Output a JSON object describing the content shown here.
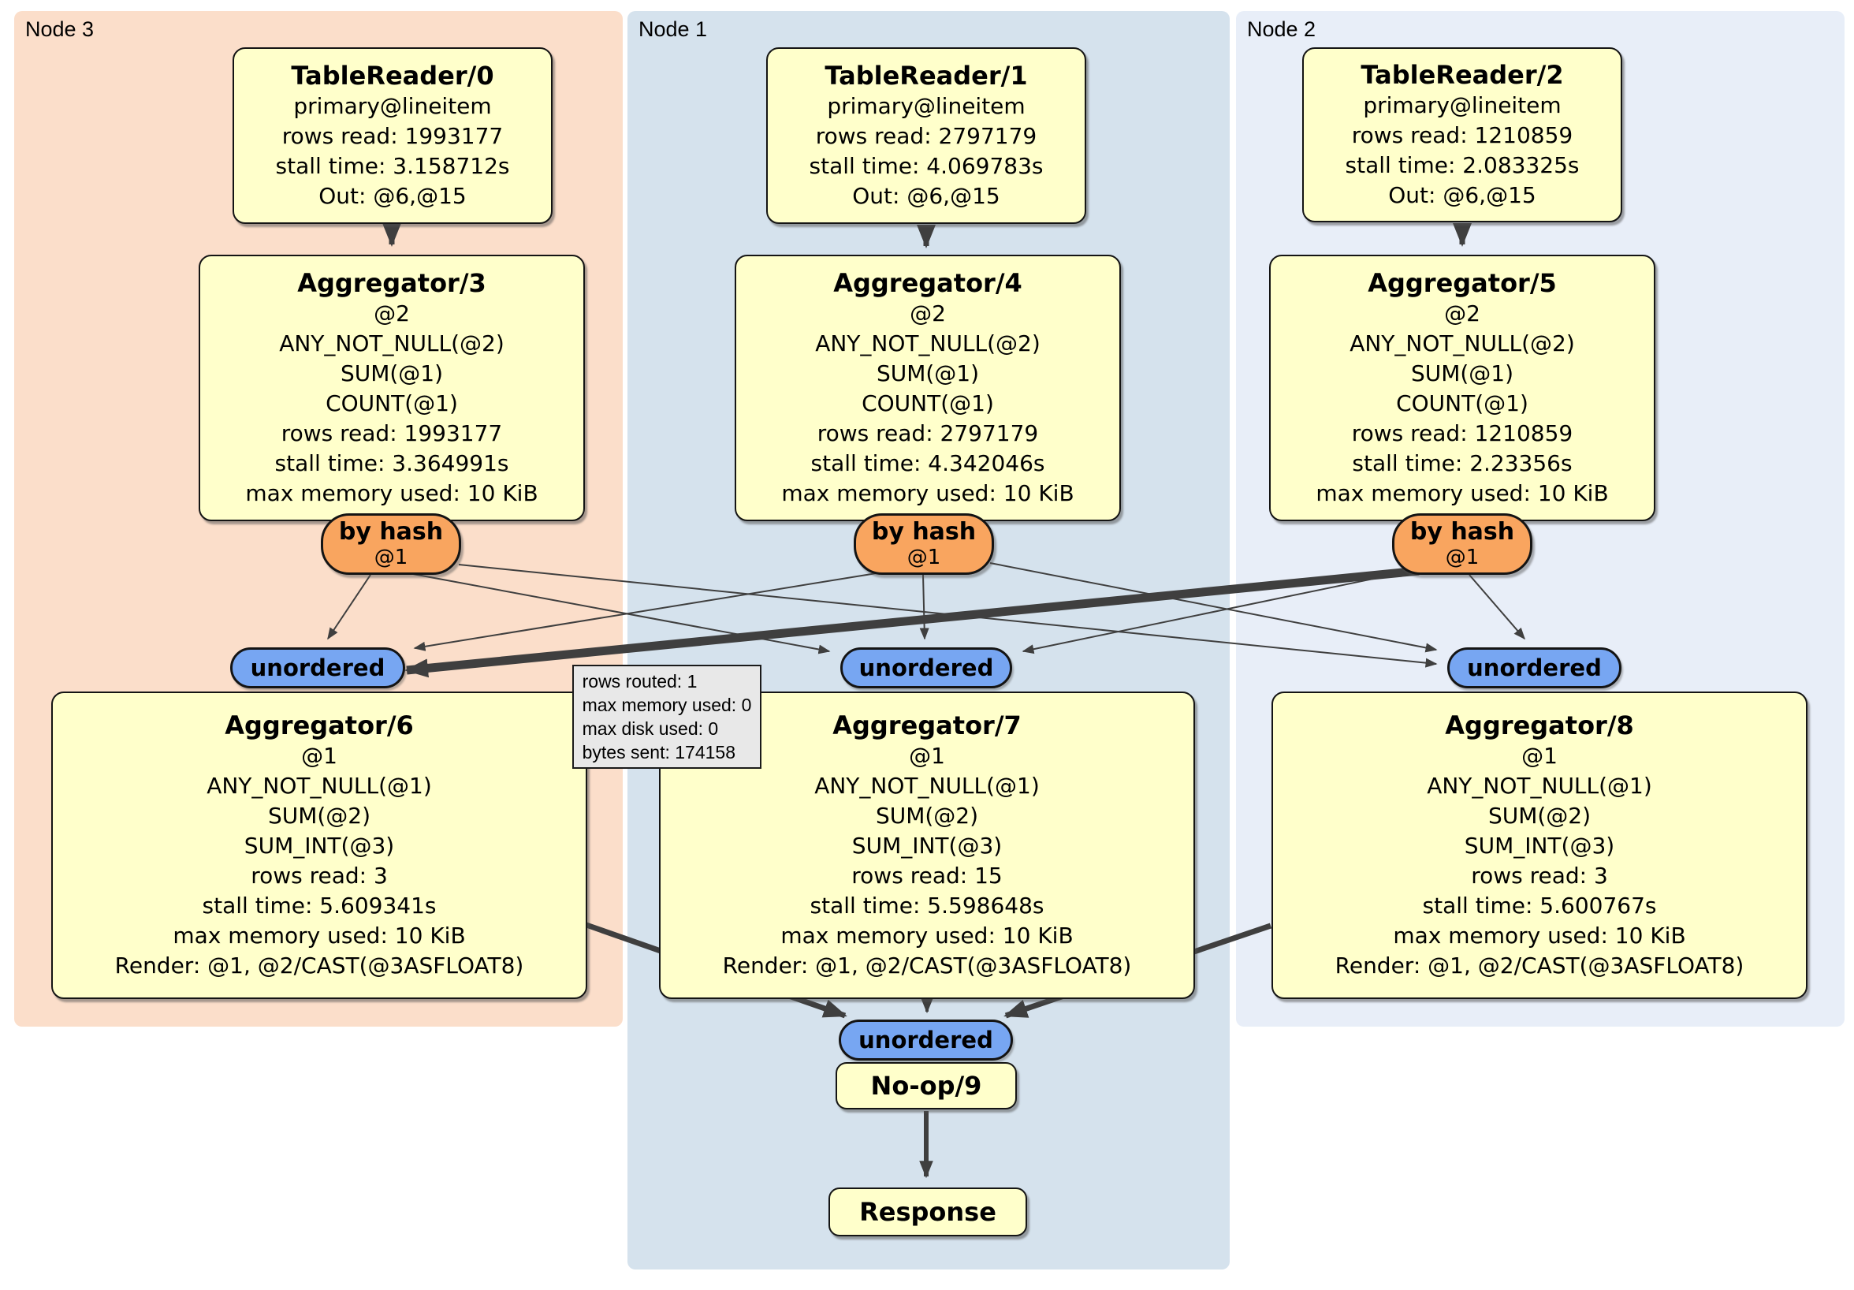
{
  "regions": [
    {
      "id": "node3",
      "label": "Node 3",
      "color": "#fbdeca"
    },
    {
      "id": "node1",
      "label": "Node 1",
      "color": "#d5e2ed"
    },
    {
      "id": "node2",
      "label": "Node 2",
      "color": "#e8eef8"
    }
  ],
  "boxes": {
    "tr0": {
      "title": "TableReader/0",
      "lines": [
        "primary@lineitem",
        "rows read: 1993177",
        "stall time: 3.158712s",
        "Out: @6,@15"
      ]
    },
    "tr1": {
      "title": "TableReader/1",
      "lines": [
        "primary@lineitem",
        "rows read: 2797179",
        "stall time: 4.069783s",
        "Out: @6,@15"
      ]
    },
    "tr2": {
      "title": "TableReader/2",
      "lines": [
        "primary@lineitem",
        "rows read: 1210859",
        "stall time: 2.083325s",
        "Out: @6,@15"
      ]
    },
    "agg3": {
      "title": "Aggregator/3",
      "lines": [
        "@2",
        "ANY_NOT_NULL(@2)",
        "SUM(@1)",
        "COUNT(@1)",
        "rows read: 1993177",
        "stall time: 3.364991s",
        "max memory used: 10 KiB"
      ]
    },
    "agg4": {
      "title": "Aggregator/4",
      "lines": [
        "@2",
        "ANY_NOT_NULL(@2)",
        "SUM(@1)",
        "COUNT(@1)",
        "rows read: 2797179",
        "stall time: 4.342046s",
        "max memory used: 10 KiB"
      ]
    },
    "agg5": {
      "title": "Aggregator/5",
      "lines": [
        "@2",
        "ANY_NOT_NULL(@2)",
        "SUM(@1)",
        "COUNT(@1)",
        "rows read: 1210859",
        "stall time: 2.23356s",
        "max memory used: 10 KiB"
      ]
    },
    "agg6": {
      "title": "Aggregator/6",
      "lines": [
        "@1",
        "ANY_NOT_NULL(@1)",
        "SUM(@2)",
        "SUM_INT(@3)",
        "rows read: 3",
        "stall time: 5.609341s",
        "max memory used: 10 KiB",
        "Render: @1, @2/CAST(@3ASFLOAT8)"
      ]
    },
    "agg7": {
      "title": "Aggregator/7",
      "lines": [
        "@1",
        "ANY_NOT_NULL(@1)",
        "SUM(@2)",
        "SUM_INT(@3)",
        "rows read: 15",
        "stall time: 5.598648s",
        "max memory used: 10 KiB",
        "Render: @1, @2/CAST(@3ASFLOAT8)"
      ]
    },
    "agg8": {
      "title": "Aggregator/8",
      "lines": [
        "@1",
        "ANY_NOT_NULL(@1)",
        "SUM(@2)",
        "SUM_INT(@3)",
        "rows read: 3",
        "stall time: 5.600767s",
        "max memory used: 10 KiB",
        "Render: @1, @2/CAST(@3ASFLOAT8)"
      ]
    },
    "noop": {
      "title": "No-op/9"
    },
    "response": {
      "title": "Response"
    }
  },
  "router": {
    "label": "by hash",
    "sub": "@1"
  },
  "sync_label": "unordered",
  "tooltip": {
    "lines": [
      "rows routed: 1",
      "max memory used: 0",
      "max disk used: 0",
      "bytes sent: 174158"
    ]
  },
  "colors": {
    "node3_bg": "#fbdeca",
    "node1_bg": "#d5e2ed",
    "node2_bg": "#e8eef8",
    "box_bg": "#ffffcb",
    "router_bg": "#f9a55f",
    "sync_bg": "#77a6f2",
    "edge": "#3f3f3f",
    "tooltip_bg": "#e8e8e8"
  }
}
